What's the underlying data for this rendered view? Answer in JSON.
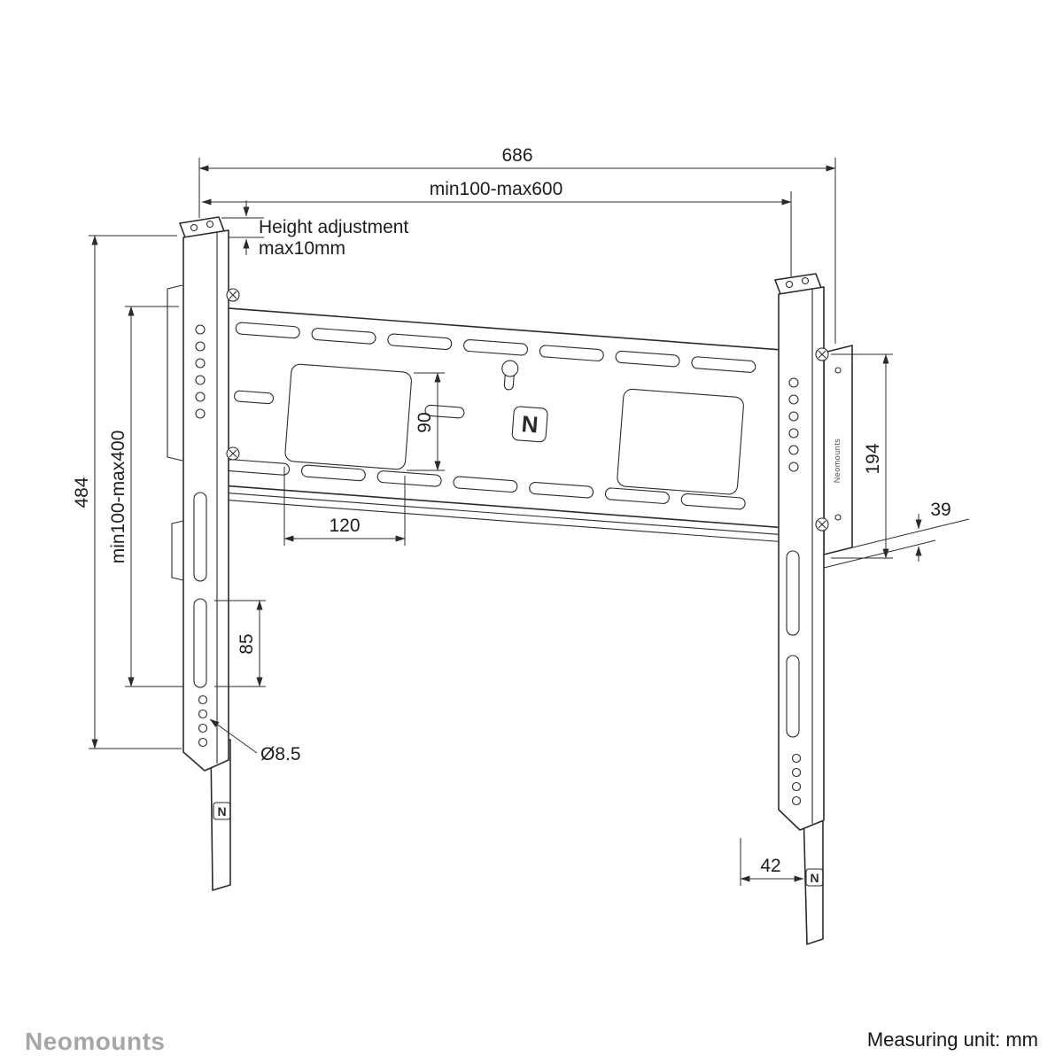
{
  "page": {
    "brand": "Neomounts",
    "measuring_unit": "Measuring unit: mm"
  },
  "annotations": {
    "total_width": "686",
    "width_range": "min100-max600",
    "height_adjustment_line1": "Height adjustment",
    "height_adjustment_line2": "max10mm",
    "total_height": "484",
    "height_range": "min100-max400",
    "cutout_height": "90",
    "cutout_width": "120",
    "bracket_plate_height": "194",
    "mount_depth": "39",
    "slot_spacing": "85",
    "hole_diameter": "Ø8.5",
    "strap_offset": "42",
    "side_label": "Neomounts",
    "logo_letter": "N"
  },
  "colors": {
    "line": "#2b2b2b",
    "brand_gray": "#a6a6a6"
  }
}
